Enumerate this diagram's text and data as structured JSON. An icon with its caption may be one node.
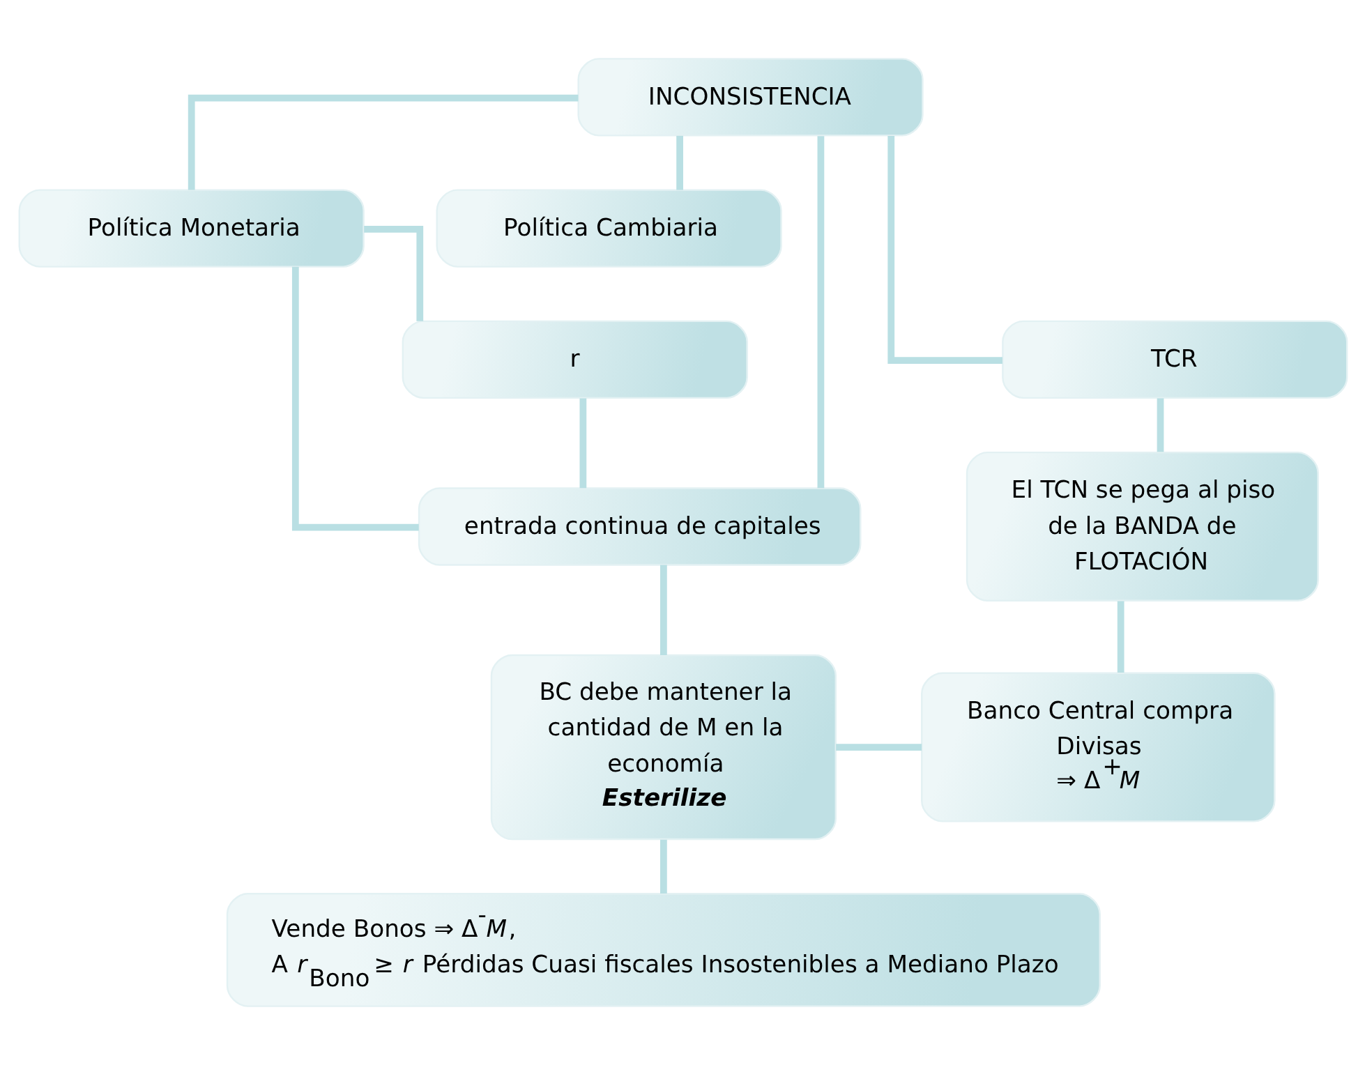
{
  "diagram": {
    "nodes": [
      {
        "text": [
          "INCONSISTENCIA"
        ]
      },
      {
        "text": [
          "Política Monetaria"
        ]
      },
      {
        "text": [
          "Política Cambiaria"
        ]
      },
      {
        "text": [
          "r"
        ]
      },
      {
        "text": [
          "TCR"
        ]
      },
      {
        "text": [
          "entrada continua de capitales"
        ]
      },
      {
        "text": [
          "El TCN se pega al piso de la BANDA de FLOTACIÓN"
        ]
      },
      {
        "text": [
          "BC debe mantener la cantidad de M en la economía",
          "Esterilize"
        ]
      },
      {
        "text": [
          "Banco Central compra Divisas",
          "⇒ Δ$^{+}$*M*"
        ]
      },
      {
        "text": [
          "Vende Bonos ⇒ Δ$^{-}$*M*,",
          "A *r*$_{Bono}$ ≥ *r* Pérdidas Cuasi fiscales Insostenibles a Mediano Plazo"
        ]
      }
    ],
    "edges": [
      {
        "from": 0,
        "to": 1,
        "arrow": "none"
      },
      {
        "from": 0,
        "to": 2,
        "arrow": "none"
      },
      {
        "from": 0,
        "to": 4,
        "arrow": "none"
      },
      {
        "from": 0,
        "to": 5,
        "arrow": "none"
      },
      {
        "from": 1,
        "to": 3,
        "arrow": "none"
      },
      {
        "from": 1,
        "to": 5,
        "arrow": "none"
      },
      {
        "from": 3,
        "to": 5,
        "arrow": "none"
      },
      {
        "from": 4,
        "to": 6,
        "arrow": "none"
      },
      {
        "from": 5,
        "to": 7,
        "arrow": "none"
      },
      {
        "from": 6,
        "to": 8,
        "arrow": "none"
      },
      {
        "from": 7,
        "to": 8,
        "arrow": "none"
      },
      {
        "from": 7,
        "to": 9,
        "arrow": "none"
      }
    ]
  }
}
